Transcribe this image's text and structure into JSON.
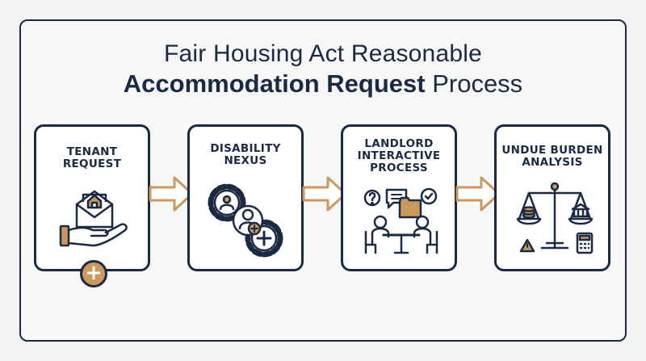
{
  "title": {
    "line1": "Fair Housing Act Reasonable",
    "line2_bold": "Accommodation Request",
    "line2_regular": "Process"
  },
  "steps": [
    {
      "label": "TENANT\nREQUEST",
      "icon": "hand-envelope-house-icon"
    },
    {
      "label": "DISABILITY\nNEXUS",
      "icon": "gears-people-icon"
    },
    {
      "label": "LANDLORD\nINTERACTIVE\nPROCESS",
      "icon": "meeting-table-icon"
    },
    {
      "label": "UNDUE BURDEN\nANALYSIS",
      "icon": "balance-scale-icon"
    }
  ],
  "badge": {
    "symbol": "+",
    "icon": "plus-icon"
  },
  "colors": {
    "navy": "#1b2a44",
    "accent": "#c99a5b",
    "background": "#f2f2f2",
    "card": "#ffffff"
  }
}
